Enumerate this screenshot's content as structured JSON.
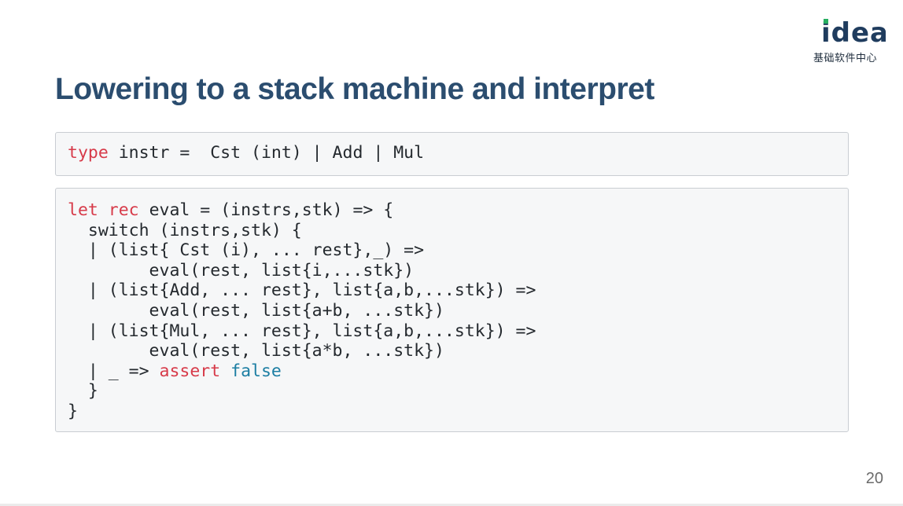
{
  "logo": {
    "word": "idea",
    "subtitle": "基础软件中心",
    "dot_color": "#27ae60",
    "text_color": "#1f3c5e"
  },
  "slide": {
    "title": "Lowering to a stack machine and interpret",
    "page_number": "20"
  },
  "code_block_1": {
    "lines": [
      [
        {
          "t": "type",
          "c": "kw"
        },
        {
          "t": " instr =  Cst (int) | Add | Mul"
        }
      ]
    ]
  },
  "code_block_2": {
    "lines": [
      [
        {
          "t": "let",
          "c": "kw"
        },
        {
          "t": " "
        },
        {
          "t": "rec",
          "c": "kw"
        },
        {
          "t": " eval = (instrs,stk) => {"
        }
      ],
      [
        {
          "t": "  switch (instrs,stk) {"
        }
      ],
      [
        {
          "t": "  | (list{ Cst (i), ... rest},_) =>"
        }
      ],
      [
        {
          "t": "        eval(rest, list{i,...stk})"
        }
      ],
      [
        {
          "t": "  | (list{Add, ... rest}, list{a,b,...stk}) =>"
        }
      ],
      [
        {
          "t": "        eval(rest, list{a+b, ...stk})"
        }
      ],
      [
        {
          "t": "  | (list{Mul, ... rest}, list{a,b,...stk}) =>"
        }
      ],
      [
        {
          "t": "        eval(rest, list{a*b, ...stk})"
        }
      ],
      [
        {
          "t": "  | _ => "
        },
        {
          "t": "assert",
          "c": "kw"
        },
        {
          "t": " "
        },
        {
          "t": "false",
          "c": "lit"
        }
      ],
      [
        {
          "t": "  }"
        }
      ],
      [
        {
          "t": "}"
        }
      ]
    ]
  }
}
